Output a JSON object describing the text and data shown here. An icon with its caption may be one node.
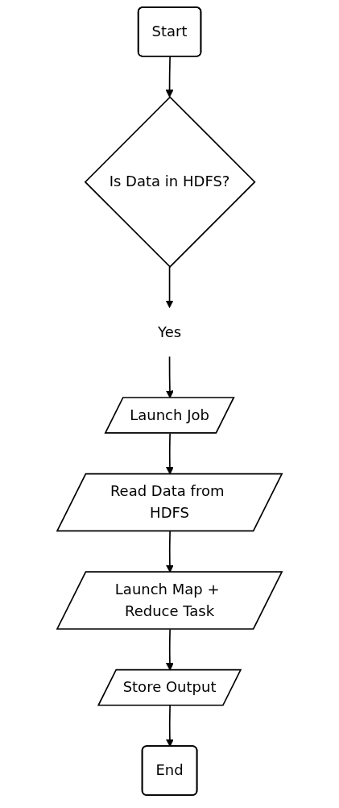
{
  "diagram": {
    "nodes": [
      {
        "text": [
          "Start"
        ]
      },
      {
        "text": [
          "Is Data in HDFS?"
        ]
      },
      {
        "text": [
          "Yes"
        ]
      },
      {
        "text": [
          "Launch Job"
        ]
      },
      {
        "text": [
          "Read Data from HDFS"
        ]
      },
      {
        "text": [
          "Launch Map + Reduce Task"
        ]
      },
      {
        "text": [
          "Store Output"
        ]
      },
      {
        "text": [
          "End"
        ]
      }
    ],
    "edges": [
      {
        "from": 0,
        "to": 1,
        "arrow": "to"
      },
      {
        "from": 1,
        "to": 2,
        "arrow": "to"
      },
      {
        "from": 2,
        "to": 3,
        "arrow": "to"
      },
      {
        "from": 3,
        "to": 4,
        "arrow": "to"
      },
      {
        "from": 4,
        "to": 5,
        "arrow": "to"
      },
      {
        "from": 5,
        "to": 6,
        "arrow": "to"
      },
      {
        "from": 6,
        "to": 7,
        "arrow": "to"
      }
    ]
  }
}
